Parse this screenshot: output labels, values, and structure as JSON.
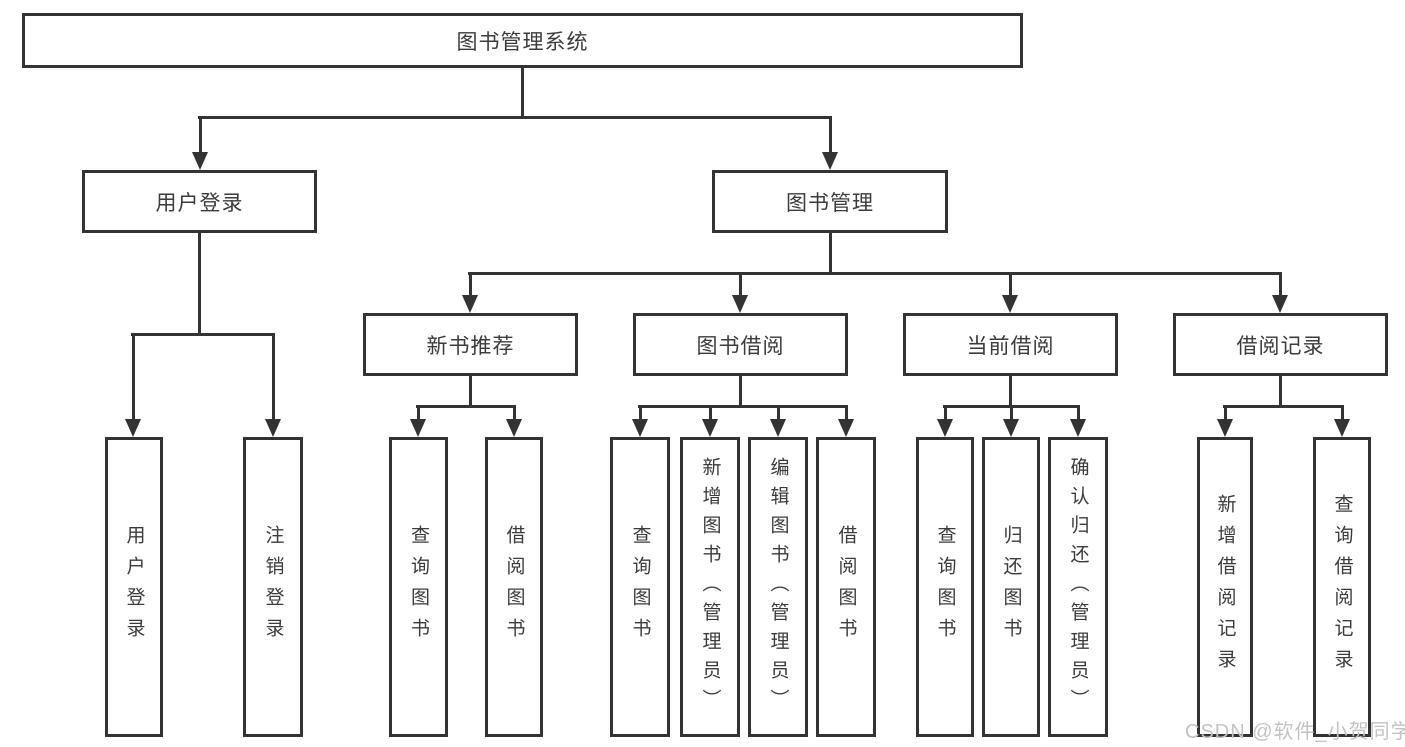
{
  "tree": {
    "label": "图书管理系统",
    "children": [
      {
        "label": "用户登录",
        "children": [
          {
            "label": "用户登录"
          },
          {
            "label": "注销登录"
          }
        ]
      },
      {
        "label": "图书管理",
        "children": [
          {
            "label": "新书推荐",
            "children": [
              {
                "label": "查询图书"
              },
              {
                "label": "借阅图书"
              }
            ]
          },
          {
            "label": "图书借阅",
            "children": [
              {
                "label": "查询图书"
              },
              {
                "label": "新增图书（管理员）"
              },
              {
                "label": "编辑图书（管理员）"
              },
              {
                "label": "借阅图书"
              }
            ]
          },
          {
            "label": "当前借阅",
            "children": [
              {
                "label": "查询图书"
              },
              {
                "label": "归还图书"
              },
              {
                "label": "确认归还（管理员）"
              }
            ]
          },
          {
            "label": "借阅记录",
            "children": [
              {
                "label": "新增借阅记录"
              },
              {
                "label": "查询借阅记录"
              }
            ]
          }
        ]
      }
    ]
  },
  "watermark": "CSDN @软件_小贺同学",
  "colors": {
    "line": "#333333",
    "box_border": "#333333",
    "text": "#3b3b3b",
    "watermark": "#c3c3c3",
    "background": "#ffffff"
  }
}
